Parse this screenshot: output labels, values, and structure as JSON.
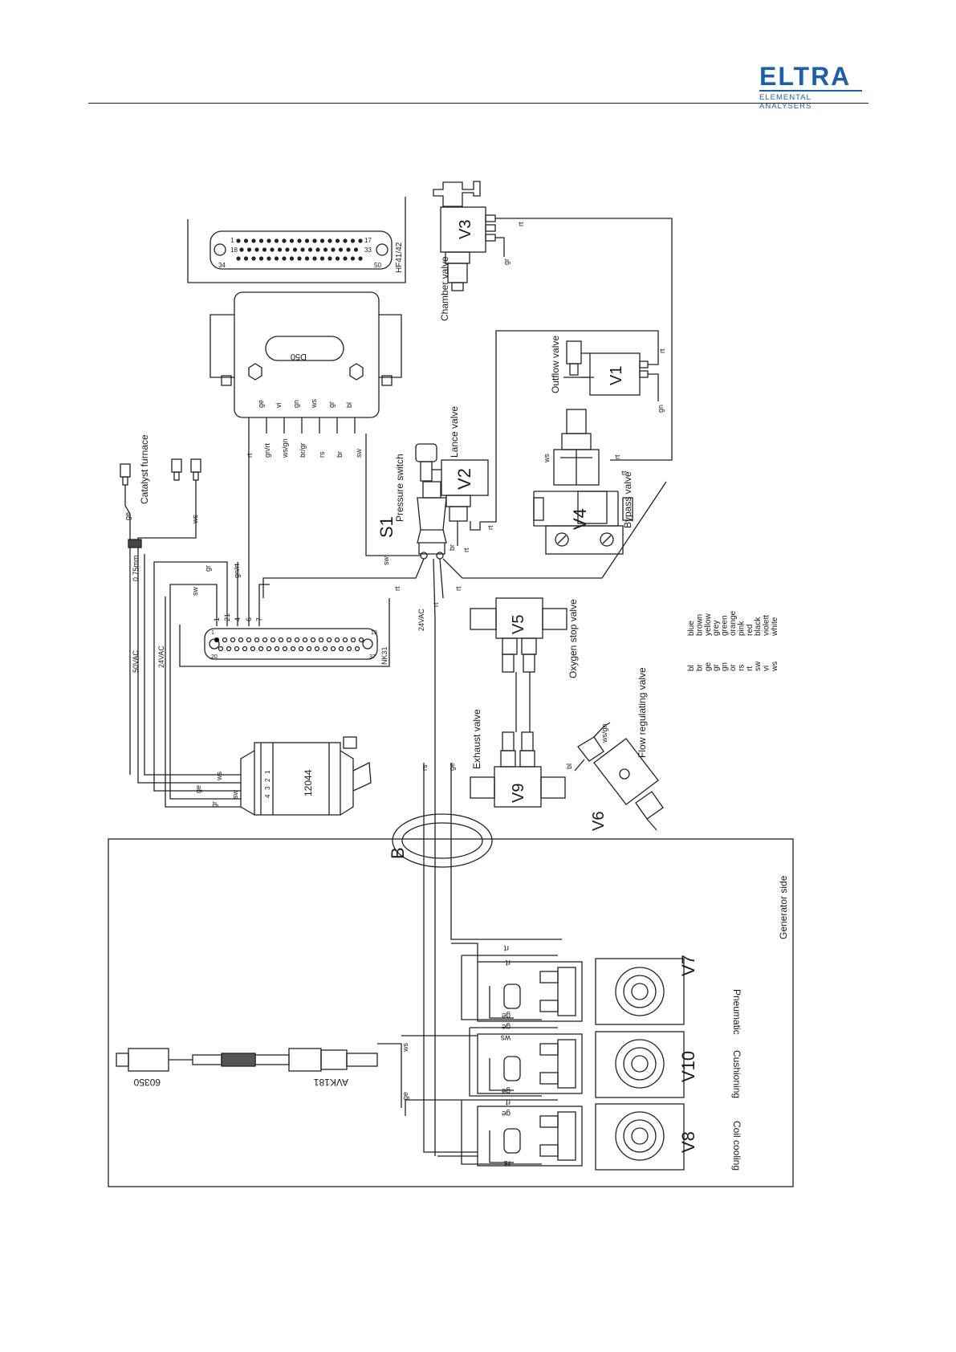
{
  "header": {
    "logo_word": "ELTRA",
    "logo_sub": "ELEMENTAL ANALYSERS",
    "brand_color": "#1f5fa8"
  },
  "connectors": {
    "hf": "HF41/42",
    "hf_pins": [
      "1",
      "17",
      "18",
      "33",
      "34",
      "50"
    ],
    "d50": "D50",
    "nk": "NK31",
    "nk_pins": [
      "1",
      "19",
      "20",
      "37"
    ],
    "nk_pin_labels": [
      "1",
      "21",
      "4",
      "6",
      "7"
    ],
    "d50_pin_labels": [
      "ge",
      "vi",
      "gn",
      "ws",
      "gr",
      "bl"
    ],
    "d50_wire_labels": [
      "rt",
      "gn/rt",
      "ws/gn",
      "br/gr",
      "rs",
      "br",
      "sw"
    ]
  },
  "components": {
    "v3": {
      "id": "V3",
      "name": "Chamber valve"
    },
    "v1": {
      "id": "V1",
      "name": "Outflow valve"
    },
    "v2": {
      "id": "V2",
      "name": "Lance valve"
    },
    "s1": {
      "id": "S1",
      "name": "Pressure switch"
    },
    "v4": {
      "id": "V4",
      "name": "Bypass valve"
    },
    "v5": {
      "id": "V5",
      "name": "Oxygen stop valve"
    },
    "v9": {
      "id": "V9",
      "name": "Exhaust valve"
    },
    "v6": {
      "id": "V6",
      "name": "Flow regulating valve"
    },
    "v7": {
      "id": "V7",
      "name": "Pneumatic"
    },
    "v10": {
      "id": "V10",
      "name": "Cushioning"
    },
    "v8": {
      "id": "V8",
      "name": "Coil cooling"
    },
    "catalyst": "Catalyst furnace",
    "transformer": "12044",
    "transformer_pins": [
      "1",
      "2",
      "3",
      "4"
    ],
    "avk": "AVK181",
    "part": "60350",
    "b": "B",
    "generator_side": "Generator side"
  },
  "wire_labels": {
    "v3_rt": "rt",
    "v3_gr": "gr",
    "v1_rt": "rt",
    "v1_gn": "gn",
    "v4_ws": "ws",
    "v4_rt1": "rt",
    "v4_rt2": "rt",
    "v2_rt": "rt",
    "s1_br": "br",
    "s1_rt": "rt",
    "s1_sw": "sw",
    "s1_rt_left": "rt",
    "s1_rt_right": "rt",
    "s1_rt_down": "rt",
    "ac24_top": "24VAC",
    "cat_ge": "ge",
    "cat_ws": "ws",
    "mm": "0.75mm",
    "nk_gr": "gr",
    "nk_gnrt": "gn/rt",
    "nk_sw": "sw",
    "ac50": "50VAC",
    "ac24": "24VAC",
    "tr_ws": "ws",
    "tr_ge": "ge",
    "tr_sw": "sw",
    "tr_gr": "gr",
    "v6_wsgn": "ws/gn",
    "v6_bl": "bl",
    "b_rs": "rs",
    "b_ge": "ge",
    "v7_rt_a": "rt",
    "v7_rt_b": "rt",
    "v7_ge": "ge",
    "v10_ge": "ge",
    "v10_ws": "ws",
    "v10_ge2": "ge",
    "v8_rt": "rt",
    "v8_ge": "ge",
    "v8_rs": "rs",
    "avk_ws": "ws",
    "avk_ge": "ge"
  },
  "legend": [
    {
      "code": "bl",
      "color": "blue"
    },
    {
      "code": "br",
      "color": "brown"
    },
    {
      "code": "ge",
      "color": "yellow"
    },
    {
      "code": "gr",
      "color": "grey"
    },
    {
      "code": "gn",
      "color": "green"
    },
    {
      "code": "or",
      "color": "orange"
    },
    {
      "code": "rs",
      "color": "pink"
    },
    {
      "code": "rt",
      "color": "red"
    },
    {
      "code": "sw",
      "color": "black"
    },
    {
      "code": "vi",
      "color": "violett"
    },
    {
      "code": "ws",
      "color": "white"
    }
  ]
}
